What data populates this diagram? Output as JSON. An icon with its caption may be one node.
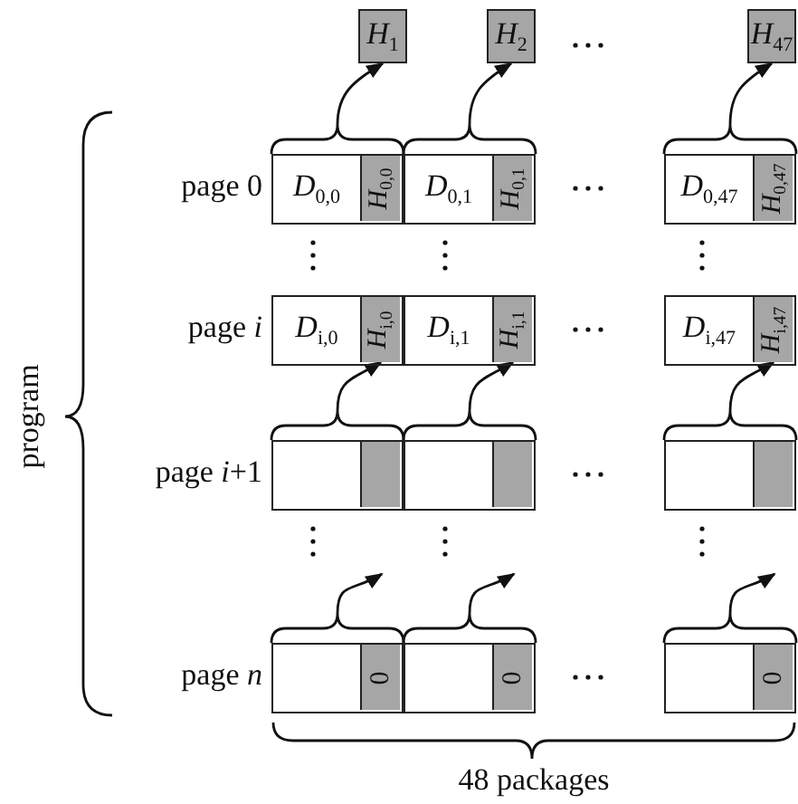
{
  "diagram": {
    "nodes": [
      {
        "text": [
          "*H*$_{1}$"
        ]
      },
      {
        "text": [
          "*H*$_{2}$"
        ]
      },
      {
        "text": [
          "*H*$_{47}$"
        ]
      },
      {
        "text": [],
        "shape": "box"
      },
      {
        "text": [
          "*D*$_{0,0}$"
        ],
        "in": 3
      },
      {
        "text": [
          "*H*$_{0,0}$"
        ],
        "in": 3
      },
      {
        "text": [],
        "shape": "box"
      },
      {
        "text": [
          "*D*$_{0,1}$"
        ],
        "in": 6
      },
      {
        "text": [
          "*H*$_{0,1}$"
        ],
        "in": 6
      },
      {
        "text": [],
        "shape": "box"
      },
      {
        "text": [
          "*D*$_{0,47}$"
        ],
        "in": 9
      },
      {
        "text": [
          "*H*$_{0,47}$"
        ],
        "in": 9
      },
      {
        "text": [],
        "shape": "box"
      },
      {
        "text": [
          "*D*$_{i,0}$"
        ],
        "in": 12
      },
      {
        "text": [
          "*H*$_{i,0}$"
        ],
        "in": 12
      },
      {
        "text": [],
        "shape": "box"
      },
      {
        "text": [
          "*D*$_{i,1}$"
        ],
        "in": 15
      },
      {
        "text": [
          "*H*$_{i,1}$"
        ],
        "in": 15
      },
      {
        "text": [],
        "shape": "box"
      },
      {
        "text": [
          "*D*$_{i,47}$"
        ],
        "in": 18
      },
      {
        "text": [
          "*H*$_{i,47}$"
        ],
        "in": 18
      },
      {
        "text": [],
        "shape": "box"
      },
      {
        "text": [],
        "shape": "box",
        "in": 21
      },
      {
        "text": [],
        "shape": "box",
        "in": 21
      },
      {
        "text": [],
        "shape": "box"
      },
      {
        "text": [],
        "shape": "box",
        "in": 24
      },
      {
        "text": [],
        "shape": "box",
        "in": 24
      },
      {
        "text": [],
        "shape": "box"
      },
      {
        "text": [],
        "shape": "box",
        "in": 27
      },
      {
        "text": [],
        "shape": "box",
        "in": 27
      },
      {
        "text": [],
        "shape": "box"
      },
      {
        "text": [],
        "shape": "box",
        "in": 30
      },
      {
        "text": [
          "0"
        ],
        "in": 30
      },
      {
        "text": [],
        "shape": "box"
      },
      {
        "text": [],
        "shape": "box",
        "in": 33
      },
      {
        "text": [
          "0"
        ],
        "in": 33
      },
      {
        "text": [],
        "shape": "box"
      },
      {
        "text": [],
        "shape": "box",
        "in": 36
      },
      {
        "text": [
          "0"
        ],
        "in": 36
      }
    ],
    "edges": [
      {
        "from": 3,
        "to": 0,
        "arrow": "to"
      },
      {
        "from": 6,
        "to": 1,
        "arrow": "to"
      },
      {
        "from": 9,
        "to": 2,
        "arrow": "to"
      },
      {
        "from": 21,
        "to": 14,
        "arrow": "to"
      },
      {
        "from": 24,
        "to": 17,
        "arrow": "to"
      },
      {
        "from": 27,
        "to": 20,
        "arrow": "to"
      },
      {
        "from": 30,
        "to": null,
        "arrow": "to"
      },
      {
        "from": 33,
        "to": null,
        "arrow": "to"
      },
      {
        "from": 36,
        "to": null,
        "arrow": "to"
      }
    ],
    "labels": [
      "page 0",
      "page *i*",
      "program",
      "page *i*+1",
      "page *n*",
      "48 packages"
    ]
  }
}
